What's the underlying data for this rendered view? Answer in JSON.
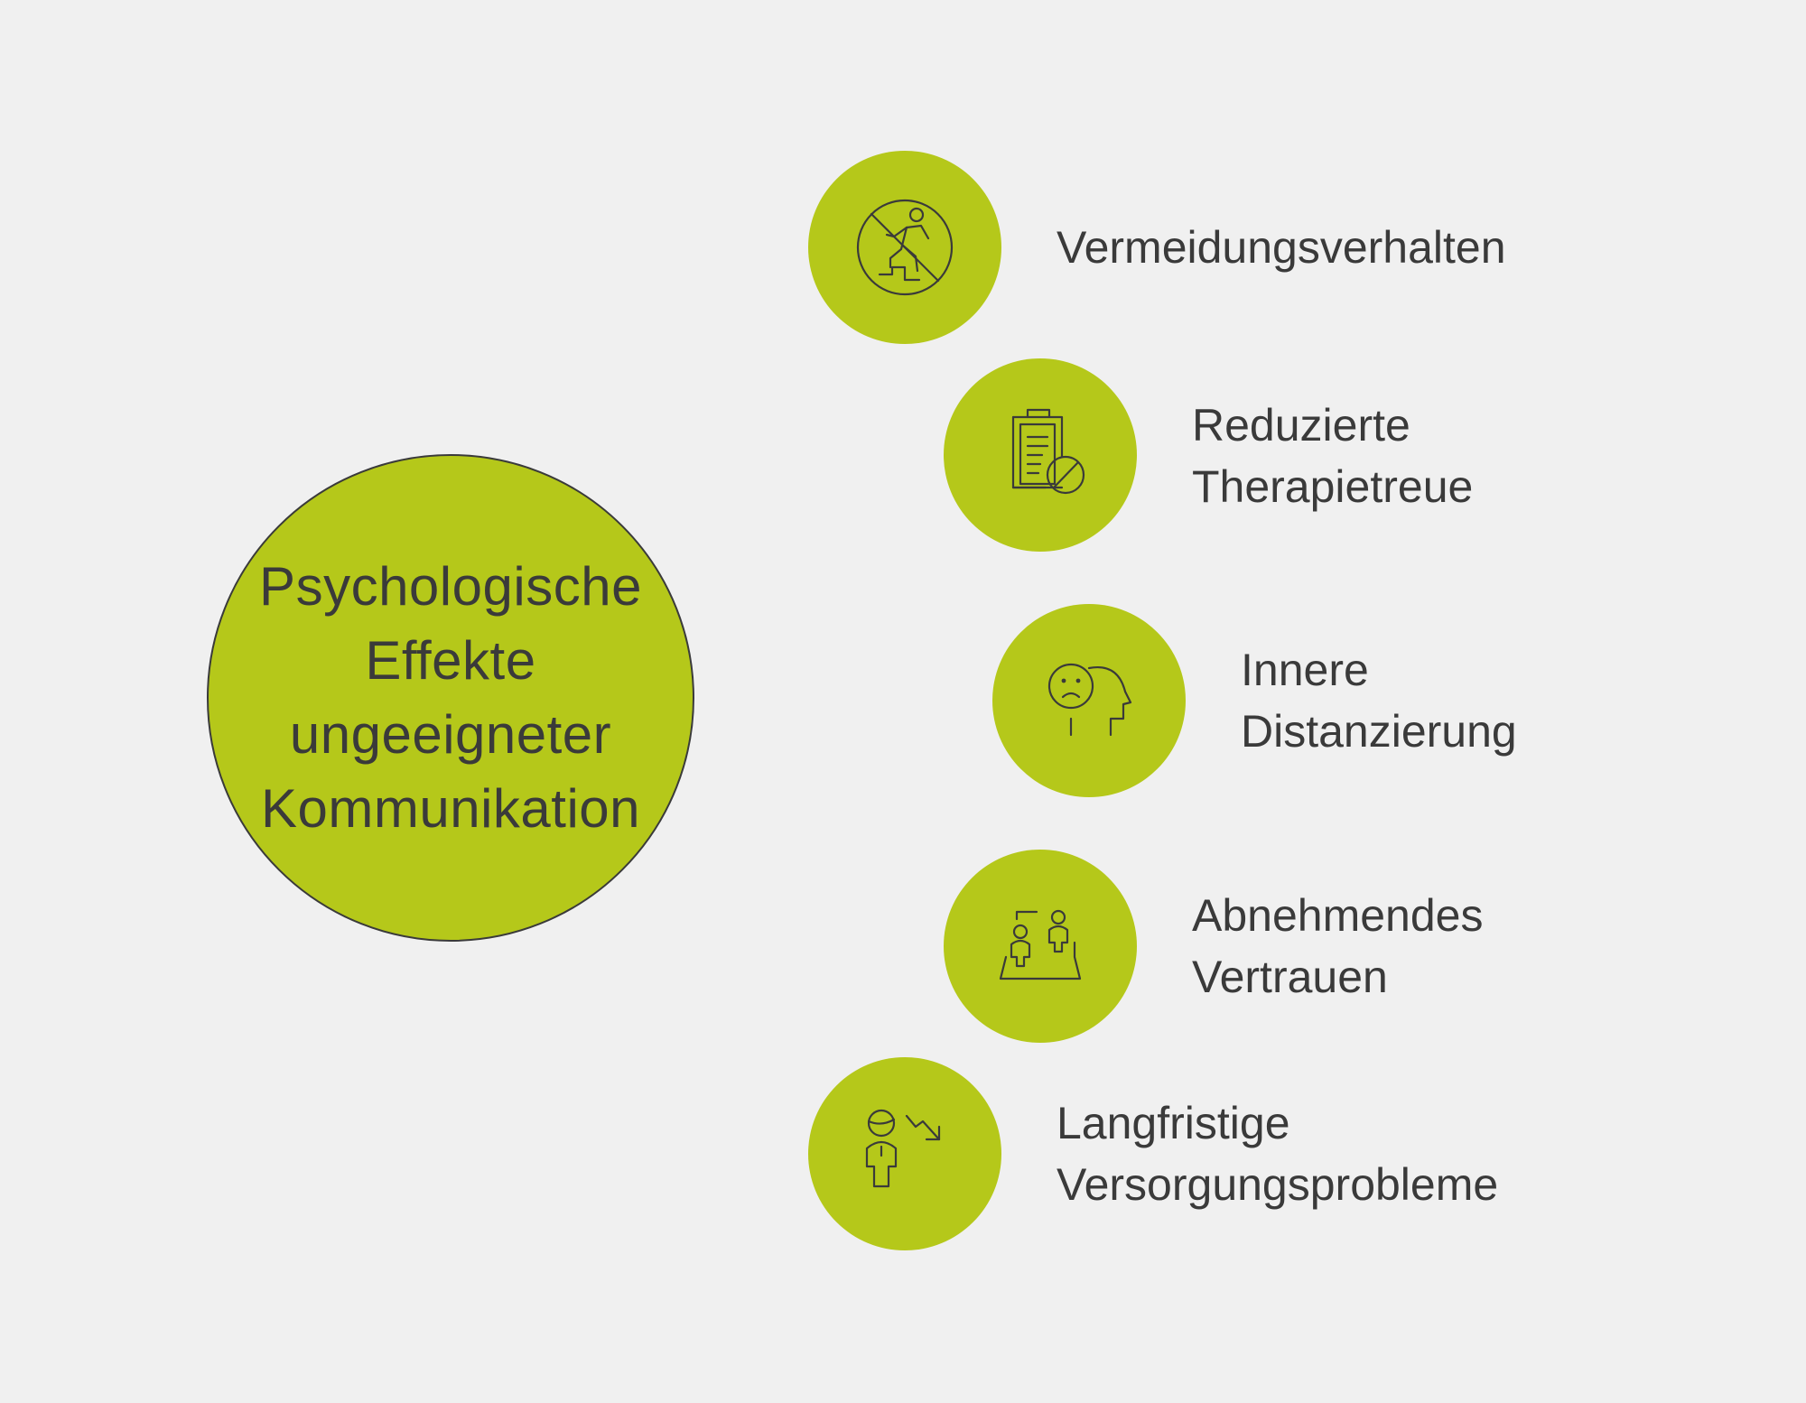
{
  "center": {
    "title_lines": [
      "Psychologische",
      "Effekte",
      "ungeeigneter",
      "Kommunikation"
    ]
  },
  "effects": [
    {
      "icon": "no-walking-icon",
      "lines": [
        "Vermeidungsverhalten"
      ]
    },
    {
      "icon": "clipboard-blocked-icon",
      "lines": [
        "Reduzierte",
        "Therapietreue"
      ]
    },
    {
      "icon": "sad-head-icon",
      "lines": [
        "Innere",
        "Distanzierung"
      ]
    },
    {
      "icon": "two-people-icon",
      "lines": [
        "Abnehmendes",
        "Vertrauen"
      ]
    },
    {
      "icon": "person-decline-icon",
      "lines": [
        "Langfristige",
        "Versorgungsprobleme"
      ]
    }
  ],
  "colors": {
    "accent": "#b5c81a",
    "background": "#f0f0f0",
    "text": "#3a3a3a"
  }
}
